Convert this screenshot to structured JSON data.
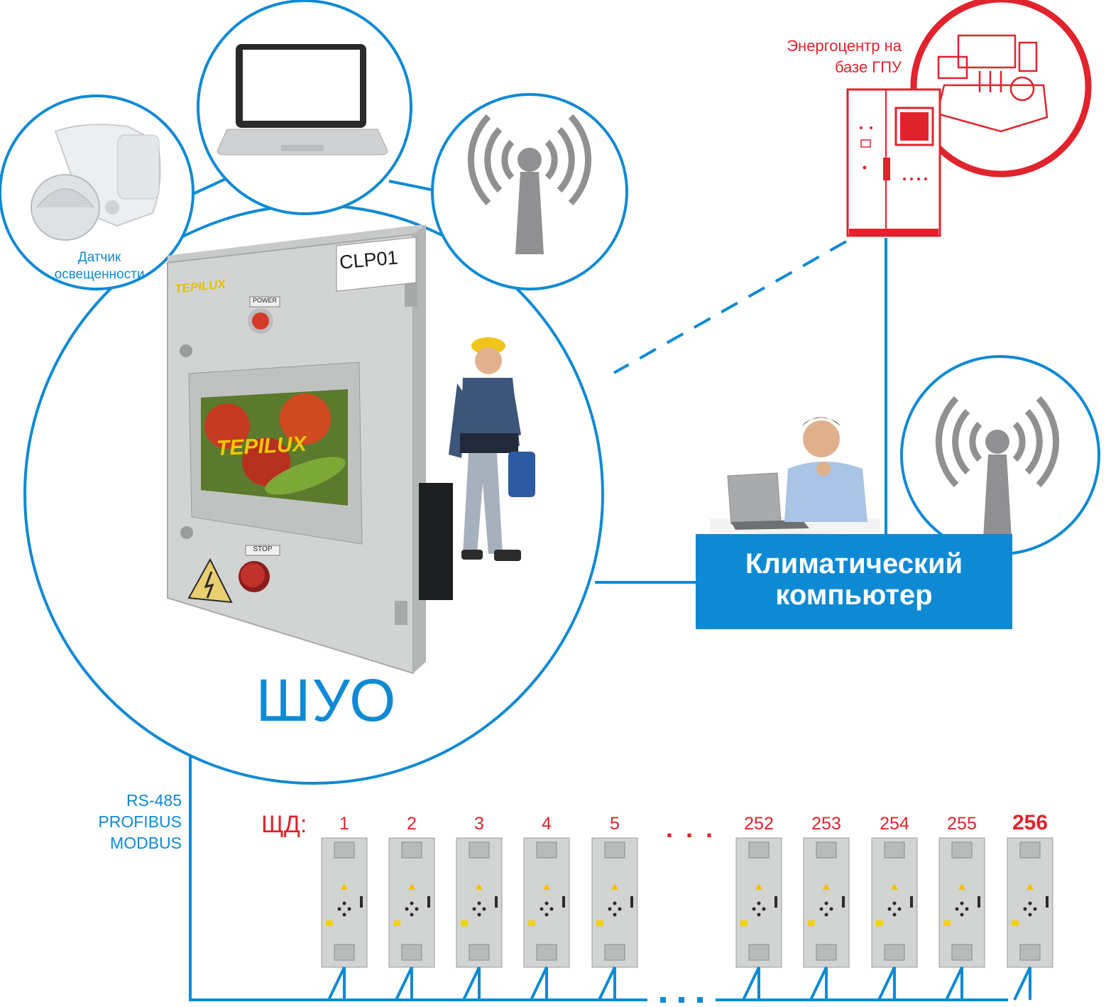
{
  "cabinet_label": "CLP01",
  "brand": "TEPILUX",
  "power_label": "POWER",
  "stop_label": "STOP",
  "main_label": "ШУО",
  "sensor_label_line1": "Датчик",
  "sensor_label_line2": "освещенности",
  "energy_label_line1": "Энергоцентр на",
  "energy_label_line2": "базе ГПУ",
  "climate_line1": "Климатический",
  "climate_line2": "компьютер",
  "bus_labels": [
    "RS-485",
    "PROFIBUS",
    "MODBUS"
  ],
  "panels_prefix": "ЩД:",
  "panel_numbers": [
    "1",
    "2",
    "3",
    "4",
    "5",
    "252",
    "253",
    "254",
    "255",
    "256"
  ],
  "ellipsis": ". . .",
  "colors": {
    "blue": "#0e8ad4",
    "red": "#e0232c",
    "gray": "#909092",
    "cabinet": "#d2d4d4"
  }
}
